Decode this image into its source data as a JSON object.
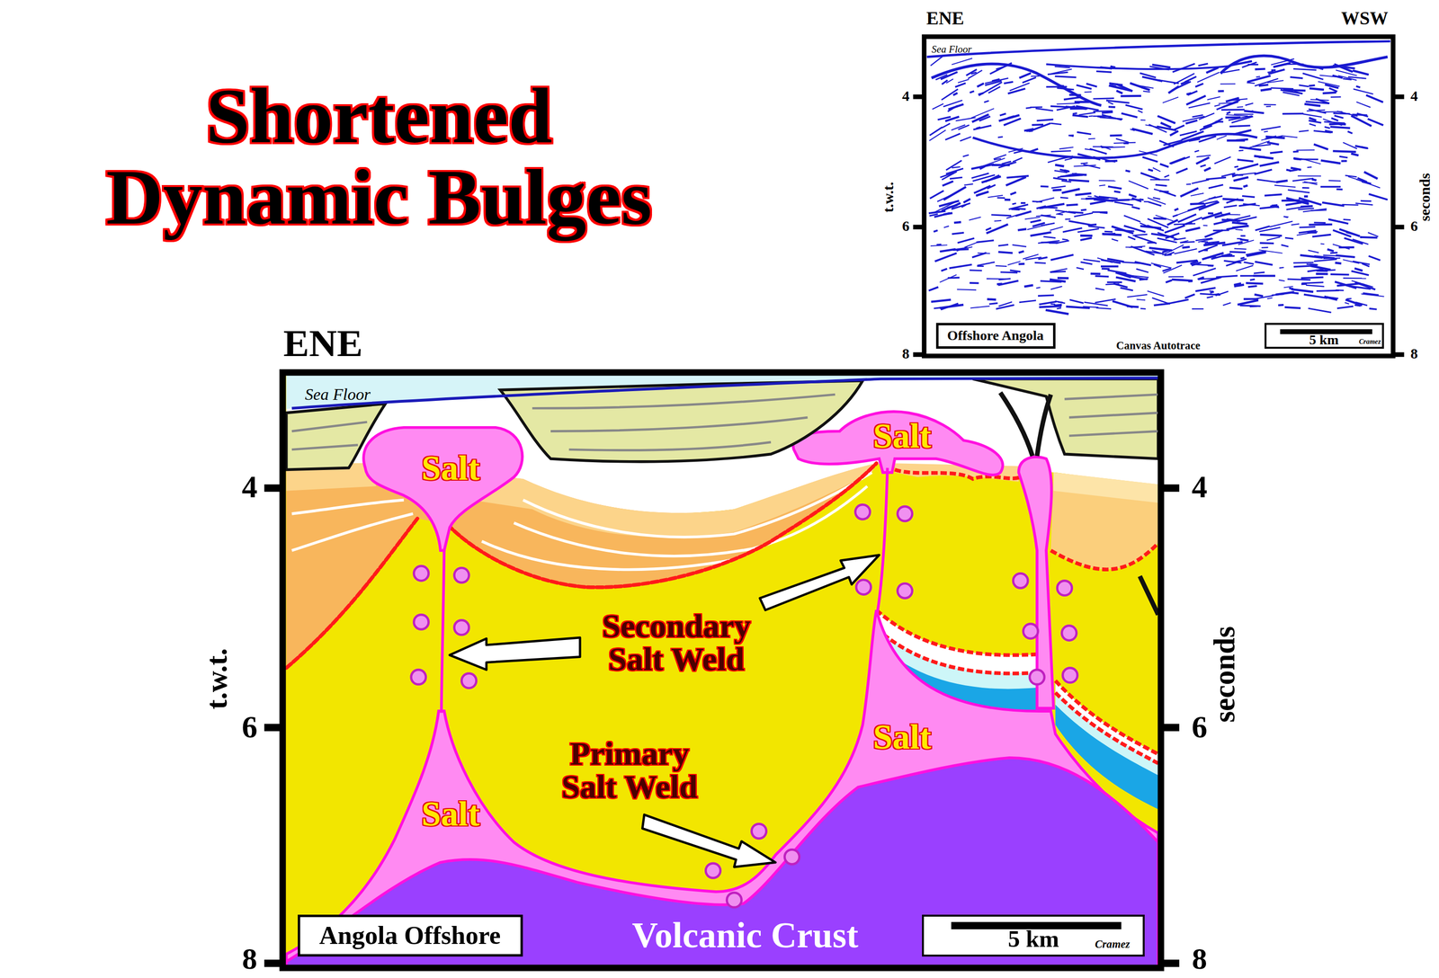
{
  "diagram": {
    "title": "Shortened Dynamic Bulges",
    "nodes": [
      {
        "text": [
          "Offshore Angola"
        ]
      },
      {
        "text": [
          "5 km",
          "Cramez"
        ]
      },
      {
        "text": [
          "Salt"
        ]
      },
      {
        "text": [
          "Salt"
        ]
      },
      {
        "text": [
          "Salt"
        ]
      },
      {
        "text": [
          "Salt"
        ]
      },
      {
        "text": [
          "Volcanic Crust"
        ]
      },
      {
        "text": [
          "Angola Offshore"
        ]
      },
      {
        "text": [
          "5 km",
          "Cramez"
        ]
      }
    ],
    "labels": [
      "ENE",
      "WSW",
      "Sea Floor",
      "4",
      "6",
      "8",
      "4",
      "6",
      "8",
      "t.w.t.",
      "seconds",
      "Canvas Autotrace",
      "ENE",
      "Sea Floor",
      "4",
      "6",
      "8",
      "4",
      "6",
      "8",
      "t.w.t.",
      "seconds",
      "Secondary Salt Weld",
      "Primary Salt Weld"
    ]
  }
}
